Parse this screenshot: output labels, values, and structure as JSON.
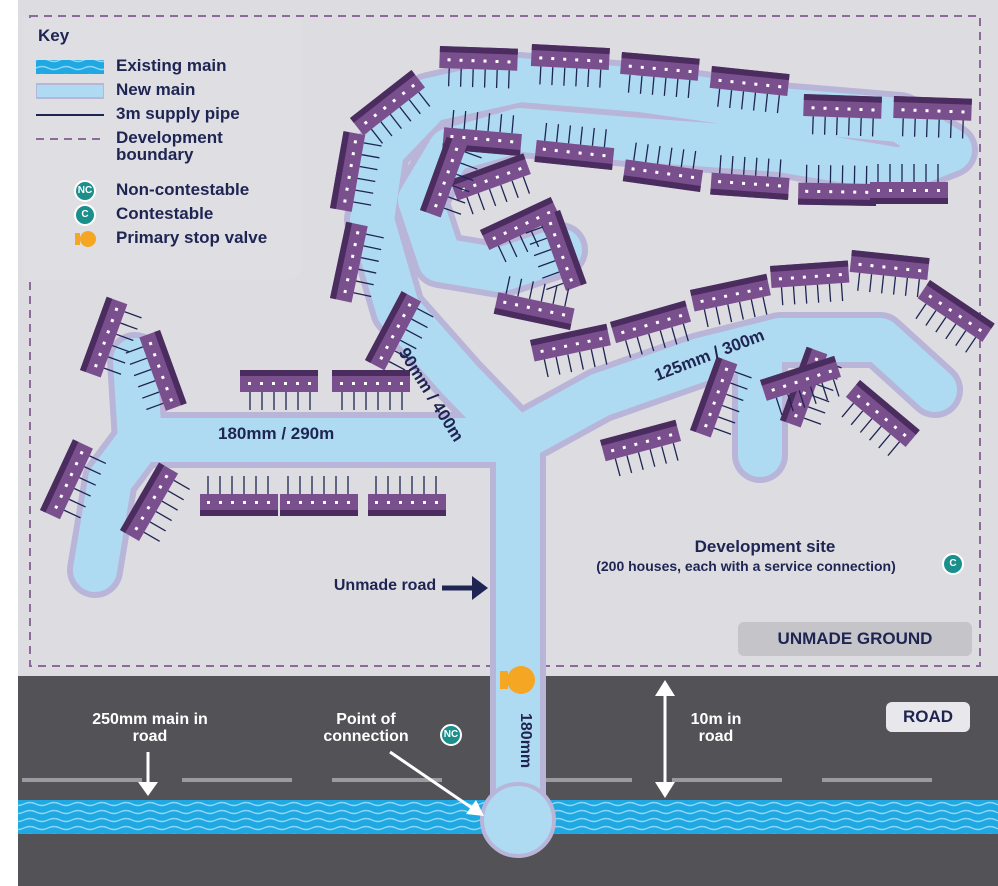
{
  "key": {
    "title": "Key",
    "items": [
      {
        "label": "Existing main",
        "symbol": "existing-main"
      },
      {
        "label": "New main",
        "symbol": "new-main"
      },
      {
        "label": "3m supply pipe",
        "symbol": "supply-pipe"
      },
      {
        "label": "Development boundary",
        "symbol": "boundary"
      },
      {
        "label": "Non-contestable",
        "symbol": "nc-badge",
        "badge": "NC"
      },
      {
        "label": "Contestable",
        "symbol": "c-badge",
        "badge": "C"
      },
      {
        "label": "Primary stop valve",
        "symbol": "stop-valve"
      }
    ]
  },
  "labels": {
    "main_180_290": "180mm / 290m",
    "main_90_400": "90mm / 400m",
    "main_125_300": "125mm / 300m",
    "main_180": "180mm",
    "unmade_road": "Unmade road",
    "dev_site_title": "Development site",
    "dev_site_detail": "(200 houses, each with a service connection)",
    "unmade_ground": "UNMADE GROUND",
    "road": "ROAD",
    "main_in_road": "250mm main in road",
    "point_of_connection": "Point of connection",
    "in_road_10m": "10m in road"
  },
  "badges": {
    "nc": "NC",
    "c": "C"
  },
  "colors": {
    "background": "#dcdce1",
    "road": "#535357",
    "new_main": "#aedbf2",
    "new_main_edge": "#b8b5d8",
    "existing_main": "#1fa8e1",
    "house": "#7a4f8e",
    "house_roof": "#4a2c5e",
    "supply_pipe": "#1f2552",
    "boundary": "#8d6a9c",
    "text": "#1f2552",
    "badge": "#1a8f8c",
    "valve": "#f5a623"
  }
}
